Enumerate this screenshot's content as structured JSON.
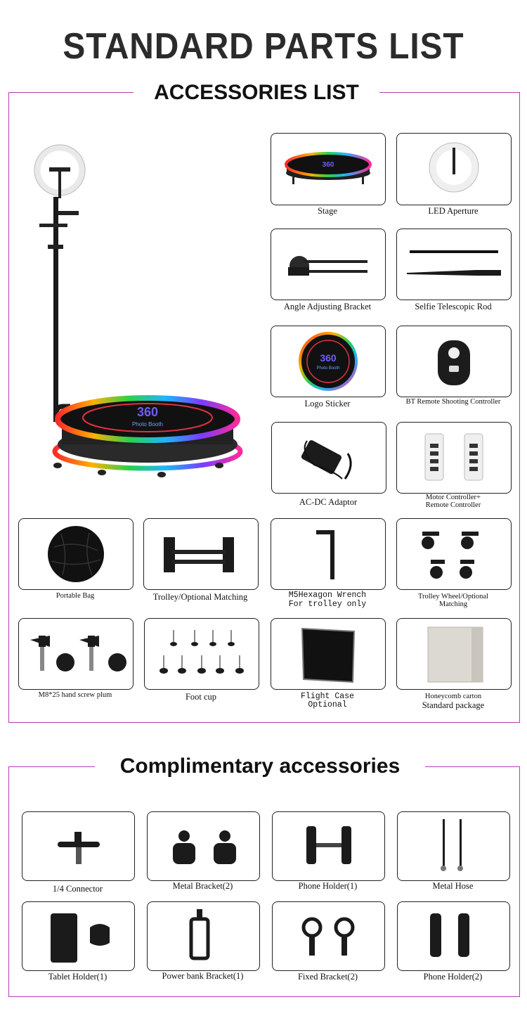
{
  "title": "STANDARD PARTS LIST",
  "accessories": {
    "heading": "ACCESSORIES LIST",
    "items": [
      {
        "label": "Stage"
      },
      {
        "label": "LED Aperture"
      },
      {
        "label": "Angle Adjusting Bracket"
      },
      {
        "label": "Selfie Telescopic Rod"
      },
      {
        "label": "Logo Sticker"
      },
      {
        "label": "BT Remote Shooting Controller"
      },
      {
        "label": "AC-DC Adaptor"
      },
      {
        "label_line1": "Motor Controller+",
        "label_line2": "Remote Controller"
      },
      {
        "label": "Portable Bag"
      },
      {
        "label": "Trolley/Optional Matching"
      },
      {
        "label_line1": "M5Hexagon Wrench",
        "label_line2": "For trolley only"
      },
      {
        "label_line1": "Trolley Wheel/Optional",
        "label_line2": "Matching"
      },
      {
        "label": "M8*25 hand screw plum"
      },
      {
        "label": "Foot cup"
      },
      {
        "label_line1": "Flight Case",
        "label_line2": "Optional"
      },
      {
        "label_line1": "Honeycomb carton",
        "label_line2": "Standard package"
      }
    ],
    "stage_logo": "360",
    "stage_text": "Photo Booth"
  },
  "complimentary": {
    "heading": "Complimentary accessories",
    "items": [
      {
        "label": "1/4 Connector"
      },
      {
        "label": "Metal Bracket(2)"
      },
      {
        "label": "Phone Holder(1)"
      },
      {
        "label": "Metal Hose"
      },
      {
        "label": "Tablet Holder(1)"
      },
      {
        "label": "Power bank Bracket(1)"
      },
      {
        "label": "Fixed Bracket(2)"
      },
      {
        "label": "Phone Holder(2)"
      }
    ]
  },
  "colors": {
    "frame": "#b53bb5",
    "title": "#2b2b2b"
  }
}
